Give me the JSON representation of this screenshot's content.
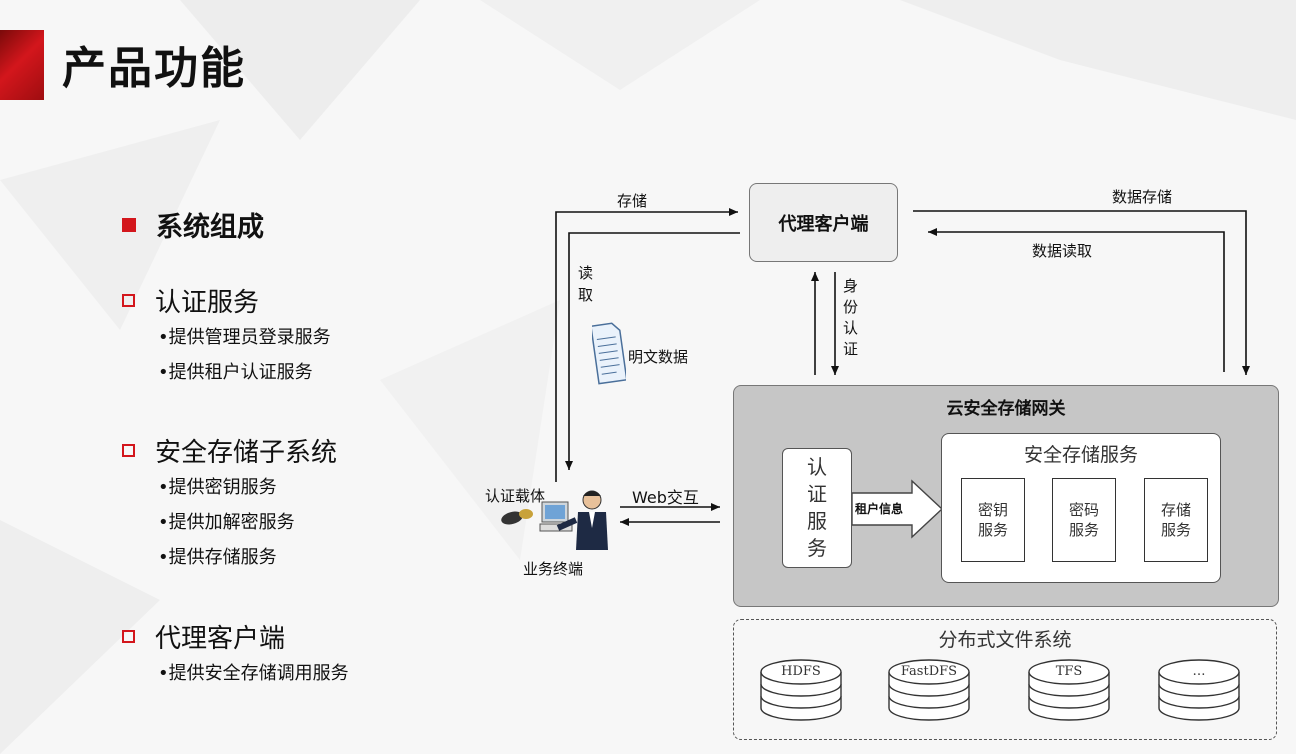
{
  "slide": {
    "title": "产品功能",
    "section_heading": "系统组成"
  },
  "features": [
    {
      "heading": "认证服务",
      "items": [
        "•提供管理员登录服务",
        "•提供租户认证服务"
      ]
    },
    {
      "heading": "安全存储子系统",
      "items": [
        "•提供密钥服务",
        "•提供加解密服务",
        "•提供存储服务"
      ]
    },
    {
      "heading": "代理客户端",
      "items": [
        "•提供安全存储调用服务"
      ]
    }
  ],
  "diagram": {
    "proxy_client": "代理客户端",
    "store_label": "存储",
    "read_label_1": "读",
    "read_label_2": "取",
    "plaintext_label": "明文数据",
    "identity_auth": [
      "身",
      "份",
      "认",
      "证"
    ],
    "data_store_label": "数据存储",
    "data_read_label": "数据读取",
    "auth_carrier_label": "认证载体",
    "terminal_label": "业务终端",
    "web_label": "Web交互",
    "gateway_title": "云安全存储网关",
    "auth_service": [
      "认",
      "证",
      "服",
      "务"
    ],
    "tenant_info": "租户信息",
    "secure_storage_service": "安全存储服务",
    "services": [
      {
        "line1": "密钥",
        "line2": "服务"
      },
      {
        "line1": "密码",
        "line2": "服务"
      },
      {
        "line1": "存储",
        "line2": "服务"
      }
    ],
    "dfs_title": "分布式文件系统",
    "filesystems": [
      "HDFS",
      "FastDFS",
      "TFS",
      "…"
    ]
  },
  "colors": {
    "accent": "#d3161c",
    "gateway_fill": "#c6c6c6",
    "proxy_fill": "#eeeeee"
  }
}
